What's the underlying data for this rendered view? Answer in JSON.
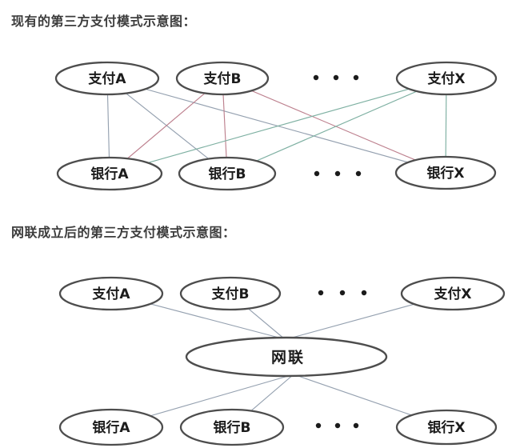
{
  "titles": {
    "diagram1": "现有的第三方支付模式示意图：",
    "diagram2": "网联成立后的第三方支付模式示意图："
  },
  "colors": {
    "ellipse_stroke": "#4d4d4d",
    "label_text": "#1c1c1c",
    "title_text": "#3c3c3c",
    "line_gray": "#95a1b0",
    "line_red": "#bd808e",
    "line_teal": "#7eb0a2",
    "dot": "#1b1b1b"
  },
  "diagram1": {
    "payment_nodes": [
      {
        "label": "支付A"
      },
      {
        "label": "支付B"
      },
      {
        "label": "支付X"
      }
    ],
    "bank_nodes": [
      {
        "label": "银行A"
      },
      {
        "label": "银行B"
      },
      {
        "label": "银行X"
      }
    ],
    "ellipsis_dot_count": 3
  },
  "diagram2": {
    "payment_nodes": [
      {
        "label": "支付A"
      },
      {
        "label": "支付B"
      },
      {
        "label": "支付X"
      }
    ],
    "hub": {
      "label": "网联"
    },
    "bank_nodes": [
      {
        "label": "银行A"
      },
      {
        "label": "银行B"
      },
      {
        "label": "银行X"
      }
    ],
    "ellipsis_dot_count": 3
  }
}
